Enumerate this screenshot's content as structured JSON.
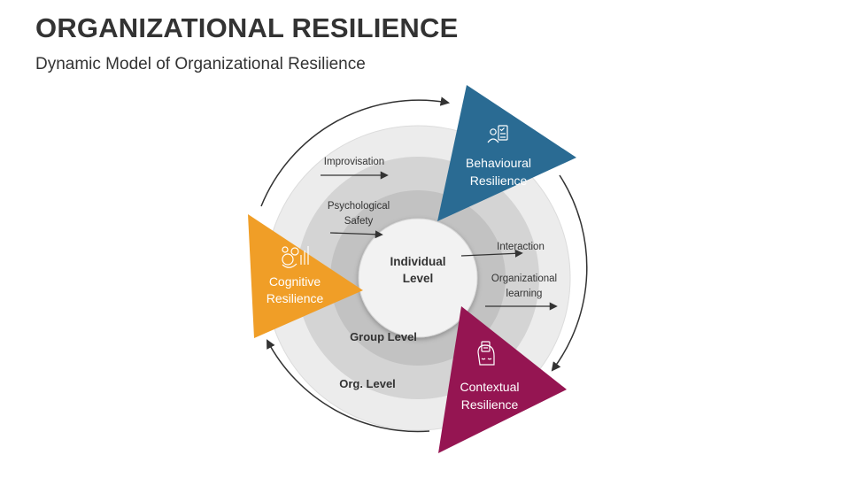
{
  "header": {
    "title": "ORGANIZATIONAL RESILIENCE",
    "subtitle": "Dynamic Model of Organizational Resilience"
  },
  "levels": {
    "individual_line1": "Individual",
    "individual_line2": "Level",
    "group": "Group Level",
    "org": "Org. Level"
  },
  "flows": {
    "improvisation": "Improvisation",
    "psych_line1": "Psychological",
    "psych_line2": "Safety",
    "interaction": "Interaction",
    "orglearn_line1": "Organizational",
    "orglearn_line2": "learning"
  },
  "segments": {
    "behavioural": {
      "line1": "Behavioural",
      "line2": "Resilience",
      "color": "#2a6b93",
      "icon": "people-check-icon"
    },
    "cognitive": {
      "line1": "Cognitive",
      "line2": "Resilience",
      "color": "#f09e27",
      "icon": "brain-gears-icon"
    },
    "contextual": {
      "line1": "Contextual",
      "line2": "Resilience",
      "color": "#951552",
      "icon": "head-document-icon"
    }
  },
  "colors": {
    "outer_ring": "#ececec",
    "middle_ring": "#d4d4d4",
    "inner_ring": "#c2c2c2",
    "center": "#f2f2f2",
    "text_dark": "#333333",
    "arrow": "#333333"
  }
}
